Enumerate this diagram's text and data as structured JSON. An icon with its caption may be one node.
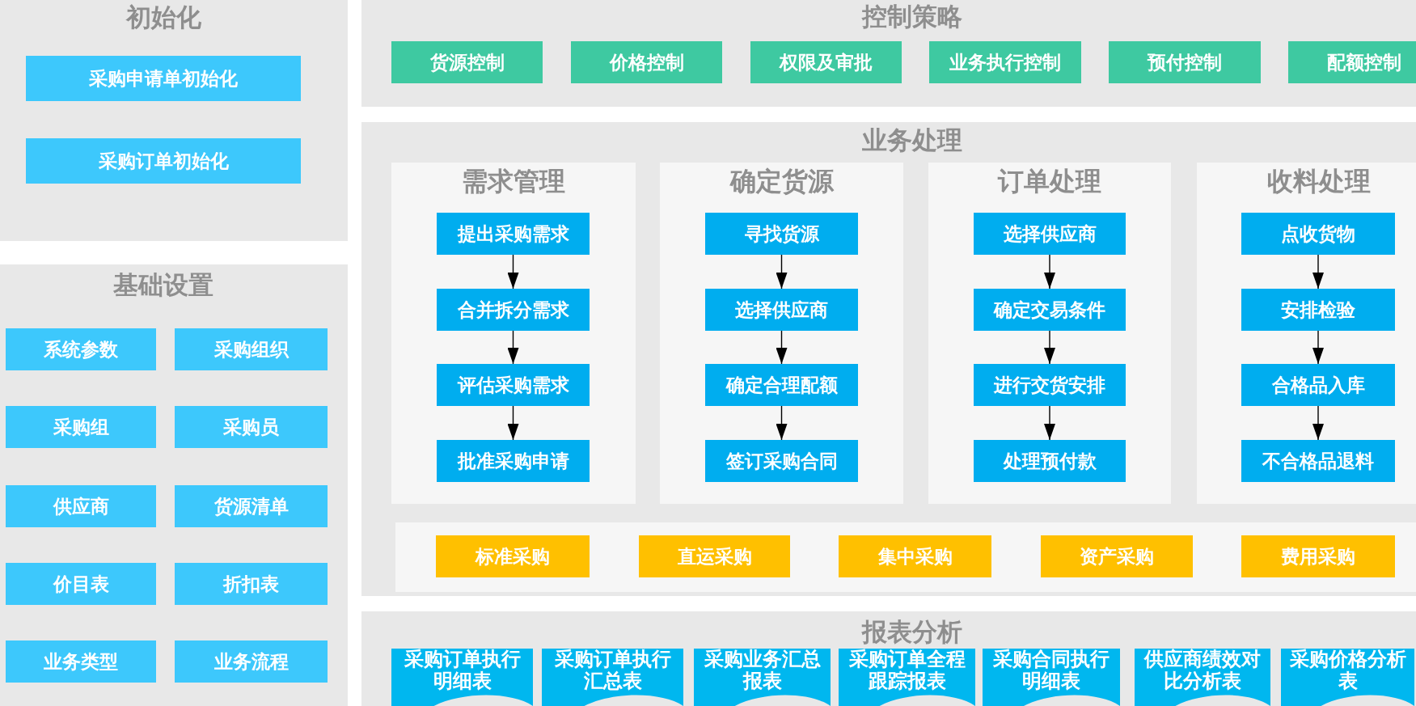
{
  "diagram": {
    "nodes": [
      {
        "text": [
          "初始化"
        ]
      },
      {
        "text": [
          "采购申请单初始化"
        ],
        "in": 0
      },
      {
        "text": [
          "采购订单初始化"
        ],
        "in": 0
      },
      {
        "text": [
          "控制策略"
        ]
      },
      {
        "text": [
          "货源控制"
        ],
        "in": 3
      },
      {
        "text": [
          "价格控制"
        ],
        "in": 3
      },
      {
        "text": [
          "权限及审批"
        ],
        "in": 3
      },
      {
        "text": [
          "业务执行控制"
        ],
        "in": 3
      },
      {
        "text": [
          "预付控制"
        ],
        "in": 3
      },
      {
        "text": [
          "配额控制"
        ],
        "in": 3
      },
      {
        "text": [
          "业务处理"
        ]
      },
      {
        "text": [
          "需求管理"
        ],
        "in": 10
      },
      {
        "text": [
          "提出采购需求"
        ],
        "in": 11
      },
      {
        "text": [
          "合并拆分需求"
        ],
        "in": 11
      },
      {
        "text": [
          "评估采购需求"
        ],
        "in": 11
      },
      {
        "text": [
          "批准采购申请"
        ],
        "in": 11
      },
      {
        "text": [
          "确定货源"
        ],
        "in": 10
      },
      {
        "text": [
          "寻找货源"
        ],
        "in": 16
      },
      {
        "text": [
          "选择供应商"
        ],
        "in": 16
      },
      {
        "text": [
          "确定合理配额"
        ],
        "in": 16
      },
      {
        "text": [
          "签订采购合同"
        ],
        "in": 16
      },
      {
        "text": [
          "订单处理"
        ],
        "in": 10
      },
      {
        "text": [
          "选择供应商"
        ],
        "in": 21
      },
      {
        "text": [
          "确定交易条件"
        ],
        "in": 21
      },
      {
        "text": [
          "进行交货安排"
        ],
        "in": 21
      },
      {
        "text": [
          "处理预付款"
        ],
        "in": 21
      },
      {
        "text": [
          "收料处理"
        ],
        "in": 10
      },
      {
        "text": [
          "点收货物"
        ],
        "in": 26
      },
      {
        "text": [
          "安排检验"
        ],
        "in": 26
      },
      {
        "text": [
          "合格品入库"
        ],
        "in": 26
      },
      {
        "text": [
          "不合格品退料"
        ],
        "in": 26
      },
      {
        "text": [],
        "shape": "band",
        "in": 10
      },
      {
        "text": [
          "标准采购"
        ],
        "in": 31
      },
      {
        "text": [
          "直运采购"
        ],
        "in": 31
      },
      {
        "text": [
          "集中采购"
        ],
        "in": 31
      },
      {
        "text": [
          "资产采购"
        ],
        "in": 31
      },
      {
        "text": [
          "费用采购"
        ],
        "in": 31
      },
      {
        "text": [
          "基础设置"
        ]
      },
      {
        "text": [
          "系统参数"
        ],
        "in": 37
      },
      {
        "text": [
          "采购组织"
        ],
        "in": 37
      },
      {
        "text": [
          "采购组"
        ],
        "in": 37
      },
      {
        "text": [
          "采购员"
        ],
        "in": 37
      },
      {
        "text": [
          "供应商"
        ],
        "in": 37
      },
      {
        "text": [
          "货源清单"
        ],
        "in": 37
      },
      {
        "text": [
          "价目表"
        ],
        "in": 37
      },
      {
        "text": [
          "折扣表"
        ],
        "in": 37
      },
      {
        "text": [
          "业务类型"
        ],
        "in": 37
      },
      {
        "text": [
          "业务流程"
        ],
        "in": 37
      },
      {
        "text": [
          "报表分析"
        ]
      },
      {
        "text": [
          "采购订单执行明细表"
        ],
        "in": 48
      },
      {
        "text": [
          "采购订单执行汇总表"
        ],
        "in": 48
      },
      {
        "text": [
          "采购业务汇总报表"
        ],
        "in": 48
      },
      {
        "text": [
          "采购订单全程跟踪报表"
        ],
        "in": 48
      },
      {
        "text": [
          "采购合同执行明细表"
        ],
        "in": 48
      },
      {
        "text": [
          "供应商绩效对比分析表"
        ],
        "in": 48
      },
      {
        "text": [
          "采购价格分析表"
        ],
        "in": 48
      }
    ],
    "edges": [
      {
        "from": 12,
        "to": 13,
        "arrow": "to"
      },
      {
        "from": 13,
        "to": 14,
        "arrow": "to"
      },
      {
        "from": 14,
        "to": 15,
        "arrow": "to"
      },
      {
        "from": 17,
        "to": 18,
        "arrow": "to"
      },
      {
        "from": 18,
        "to": 19,
        "arrow": "to"
      },
      {
        "from": 19,
        "to": 20,
        "arrow": "to"
      },
      {
        "from": 22,
        "to": 23,
        "arrow": "to"
      },
      {
        "from": 23,
        "to": 24,
        "arrow": "to"
      },
      {
        "from": 24,
        "to": 25,
        "arrow": "to"
      },
      {
        "from": 27,
        "to": 28,
        "arrow": "to"
      },
      {
        "from": 28,
        "to": 29,
        "arrow": "to"
      },
      {
        "from": 29,
        "to": 30,
        "arrow": "to"
      }
    ]
  }
}
